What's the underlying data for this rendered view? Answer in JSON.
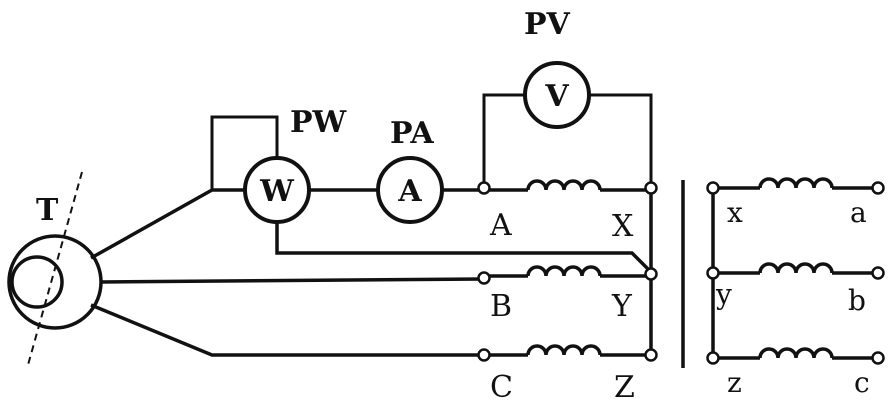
{
  "source": {
    "label": "T"
  },
  "meters": {
    "wattmeter": {
      "symbol": "W",
      "label": "PW"
    },
    "ammeter": {
      "symbol": "A",
      "label": "PA"
    },
    "voltmeter": {
      "symbol": "V",
      "label": "PV"
    }
  },
  "primary": {
    "start_labels": [
      "A",
      "B",
      "C"
    ],
    "end_labels": [
      "X",
      "Y",
      "Z"
    ]
  },
  "secondary": {
    "start_labels": [
      "x",
      "y",
      "z"
    ],
    "end_labels": [
      "a",
      "b",
      "c"
    ]
  }
}
